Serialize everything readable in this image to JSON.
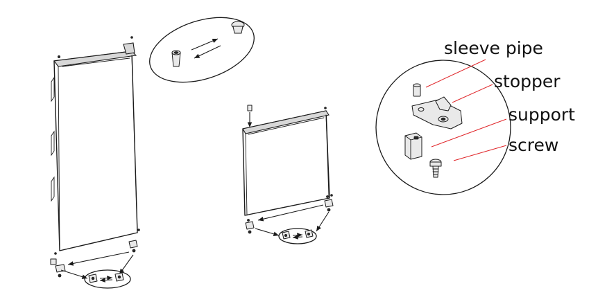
{
  "labels": {
    "sleeve_pipe": "sleeve pipe",
    "stopper": "stopper",
    "support": "support",
    "screw": "screw"
  },
  "colors": {
    "leader_line": "#e0262a",
    "outline": "#1a1a1a",
    "background": "#ffffff"
  }
}
